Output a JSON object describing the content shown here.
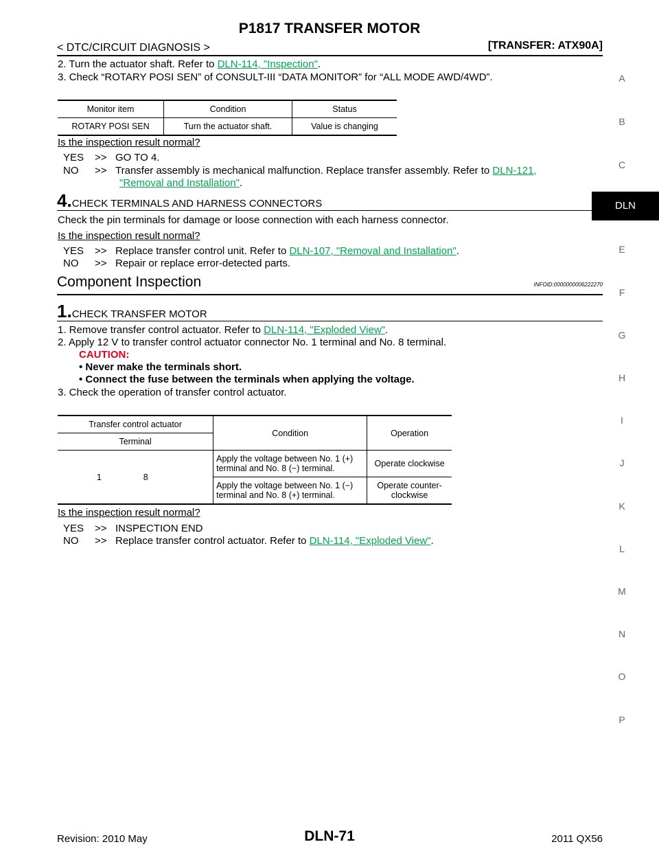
{
  "header": {
    "title": "P1817 TRANSFER MOTOR",
    "breadcrumb": "< DTC/CIRCUIT DIAGNOSIS >",
    "section_tag": "[TRANSFER: ATX90A]"
  },
  "step3_cont": {
    "item2_prefix": "2. Turn the actuator shaft. Refer to ",
    "item2_link": "DLN-114, \"Inspection\"",
    "item2_suffix": ".",
    "item3": "3. Check “ROTARY POSI SEN” of CONSULT-III “DATA MONITOR” for “ALL MODE AWD/4WD”."
  },
  "table1": {
    "headers": [
      "Monitor item",
      "Condition",
      "Status"
    ],
    "row": [
      "ROTARY POSI SEN",
      "Turn the actuator shaft.",
      "Value is changing"
    ]
  },
  "q1": "Is the inspection result normal?",
  "a1": {
    "yes_label": "YES",
    "arrow": ">>",
    "yes_text": "GO TO 4.",
    "no_label": "NO",
    "no_text": "Transfer assembly is mechanical malfunction. Replace transfer assembly. Refer to ",
    "no_link1": "DLN-121,",
    "no_link2": "\"Removal and Installation\"",
    "no_suffix": "."
  },
  "step4": {
    "num": "4.",
    "title": "CHECK TERMINALS AND HARNESS CONNECTORS",
    "body": "Check the pin terminals for damage or loose connection with each harness connector."
  },
  "q2": "Is the inspection result normal?",
  "a2": {
    "yes_text": "Replace transfer control unit. Refer to ",
    "yes_link": "DLN-107, \"Removal and Installation\"",
    "yes_suffix": ".",
    "no_text": "Repair or replace error-detected parts."
  },
  "component": {
    "heading": "Component Inspection",
    "infoid": "INFOID:0000000006222270"
  },
  "step1": {
    "num": "1.",
    "title": "CHECK TRANSFER MOTOR",
    "item1_prefix": "1. Remove transfer control actuator. Refer to ",
    "item1_link": "DLN-114, \"Exploded View\"",
    "item1_suffix": ".",
    "item2": "2. Apply 12 V to transfer control actuator connector No. 1 terminal and No. 8 terminal.",
    "caution_label": "CAUTION:",
    "caution1": "• Never make the terminals short.",
    "caution2": "• Connect the fuse between the terminals when applying the voltage.",
    "item3": "3. Check the operation of transfer control actuator."
  },
  "table2": {
    "head_group": "Transfer control actuator",
    "head_sub": "Terminal",
    "head_condition": "Condition",
    "head_operation": "Operation",
    "term_a": "1",
    "term_b": "8",
    "row1_cond_l1": "Apply the voltage between No. 1 (+)",
    "row1_cond_l2": "terminal and No. 8 (−) terminal.",
    "row1_op": "Operate clockwise",
    "row2_cond_l1": "Apply the voltage between No. 1 (−)",
    "row2_cond_l2": "terminal and No. 8 (+) terminal.",
    "row2_op_l1": "Operate counter-",
    "row2_op_l2": "clockwise"
  },
  "q3": "Is the inspection result normal?",
  "a3": {
    "yes_text": "INSPECTION END",
    "no_text": "Replace transfer control actuator. Refer to ",
    "no_link": "DLN-114, \"Exploded View\"",
    "no_suffix": "."
  },
  "sidebar": {
    "letters": [
      "A",
      "B",
      "C",
      "E",
      "F",
      "G",
      "H",
      "I",
      "J",
      "K",
      "L",
      "M",
      "N",
      "O",
      "P"
    ],
    "active": "DLN"
  },
  "footer": {
    "revision": "Revision: 2010 May",
    "page": "DLN-71",
    "model": "2011 QX56"
  },
  "colors": {
    "link": "#00a650",
    "caution": "#e3001b",
    "active_tab": "#000000"
  }
}
